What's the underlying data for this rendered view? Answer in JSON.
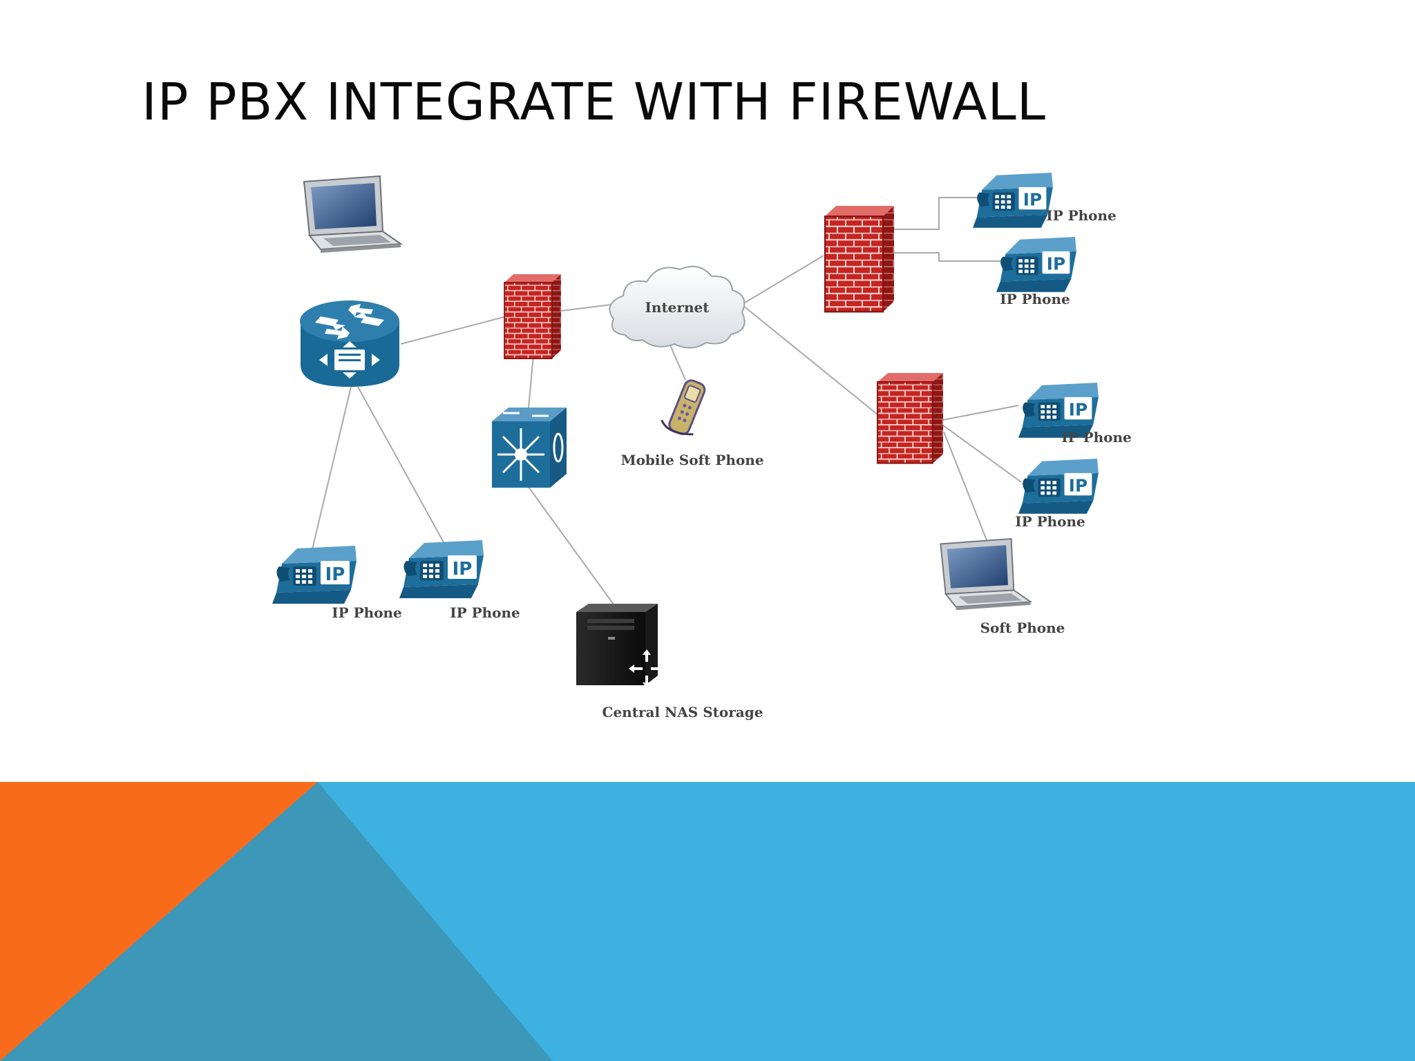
{
  "slide": {
    "title": "IP PBX INTEGRATE WITH FIREWALL"
  },
  "diagram": {
    "labels": {
      "internet": "Internet",
      "mobile_soft_phone": "Mobile Soft Phone",
      "central_nas": "Central NAS Storage",
      "ip_phone_left_1": "IP Phone",
      "ip_phone_left_2": "IP Phone",
      "ip_phone_tr_1": "IP Phone",
      "ip_phone_tr_2": "IP Phone",
      "ip_phone_br_1": "IP Phone",
      "ip_phone_br_2": "IP Phone",
      "soft_phone": "Soft Phone",
      "phone_badge": "IP"
    },
    "icons": [
      "laptop-icon",
      "router-icon",
      "firewall-icon",
      "cloud-icon",
      "mobile-phone-icon",
      "switch-icon",
      "ip-phone-icon",
      "server-icon"
    ]
  },
  "theme": {
    "band_blue": "#3db1e0",
    "band_dark_teal": "#3d97b8",
    "band_orange": "#f86b1b",
    "cisco_blue": "#1e6e9c",
    "firewall_red": "#c0211f"
  }
}
